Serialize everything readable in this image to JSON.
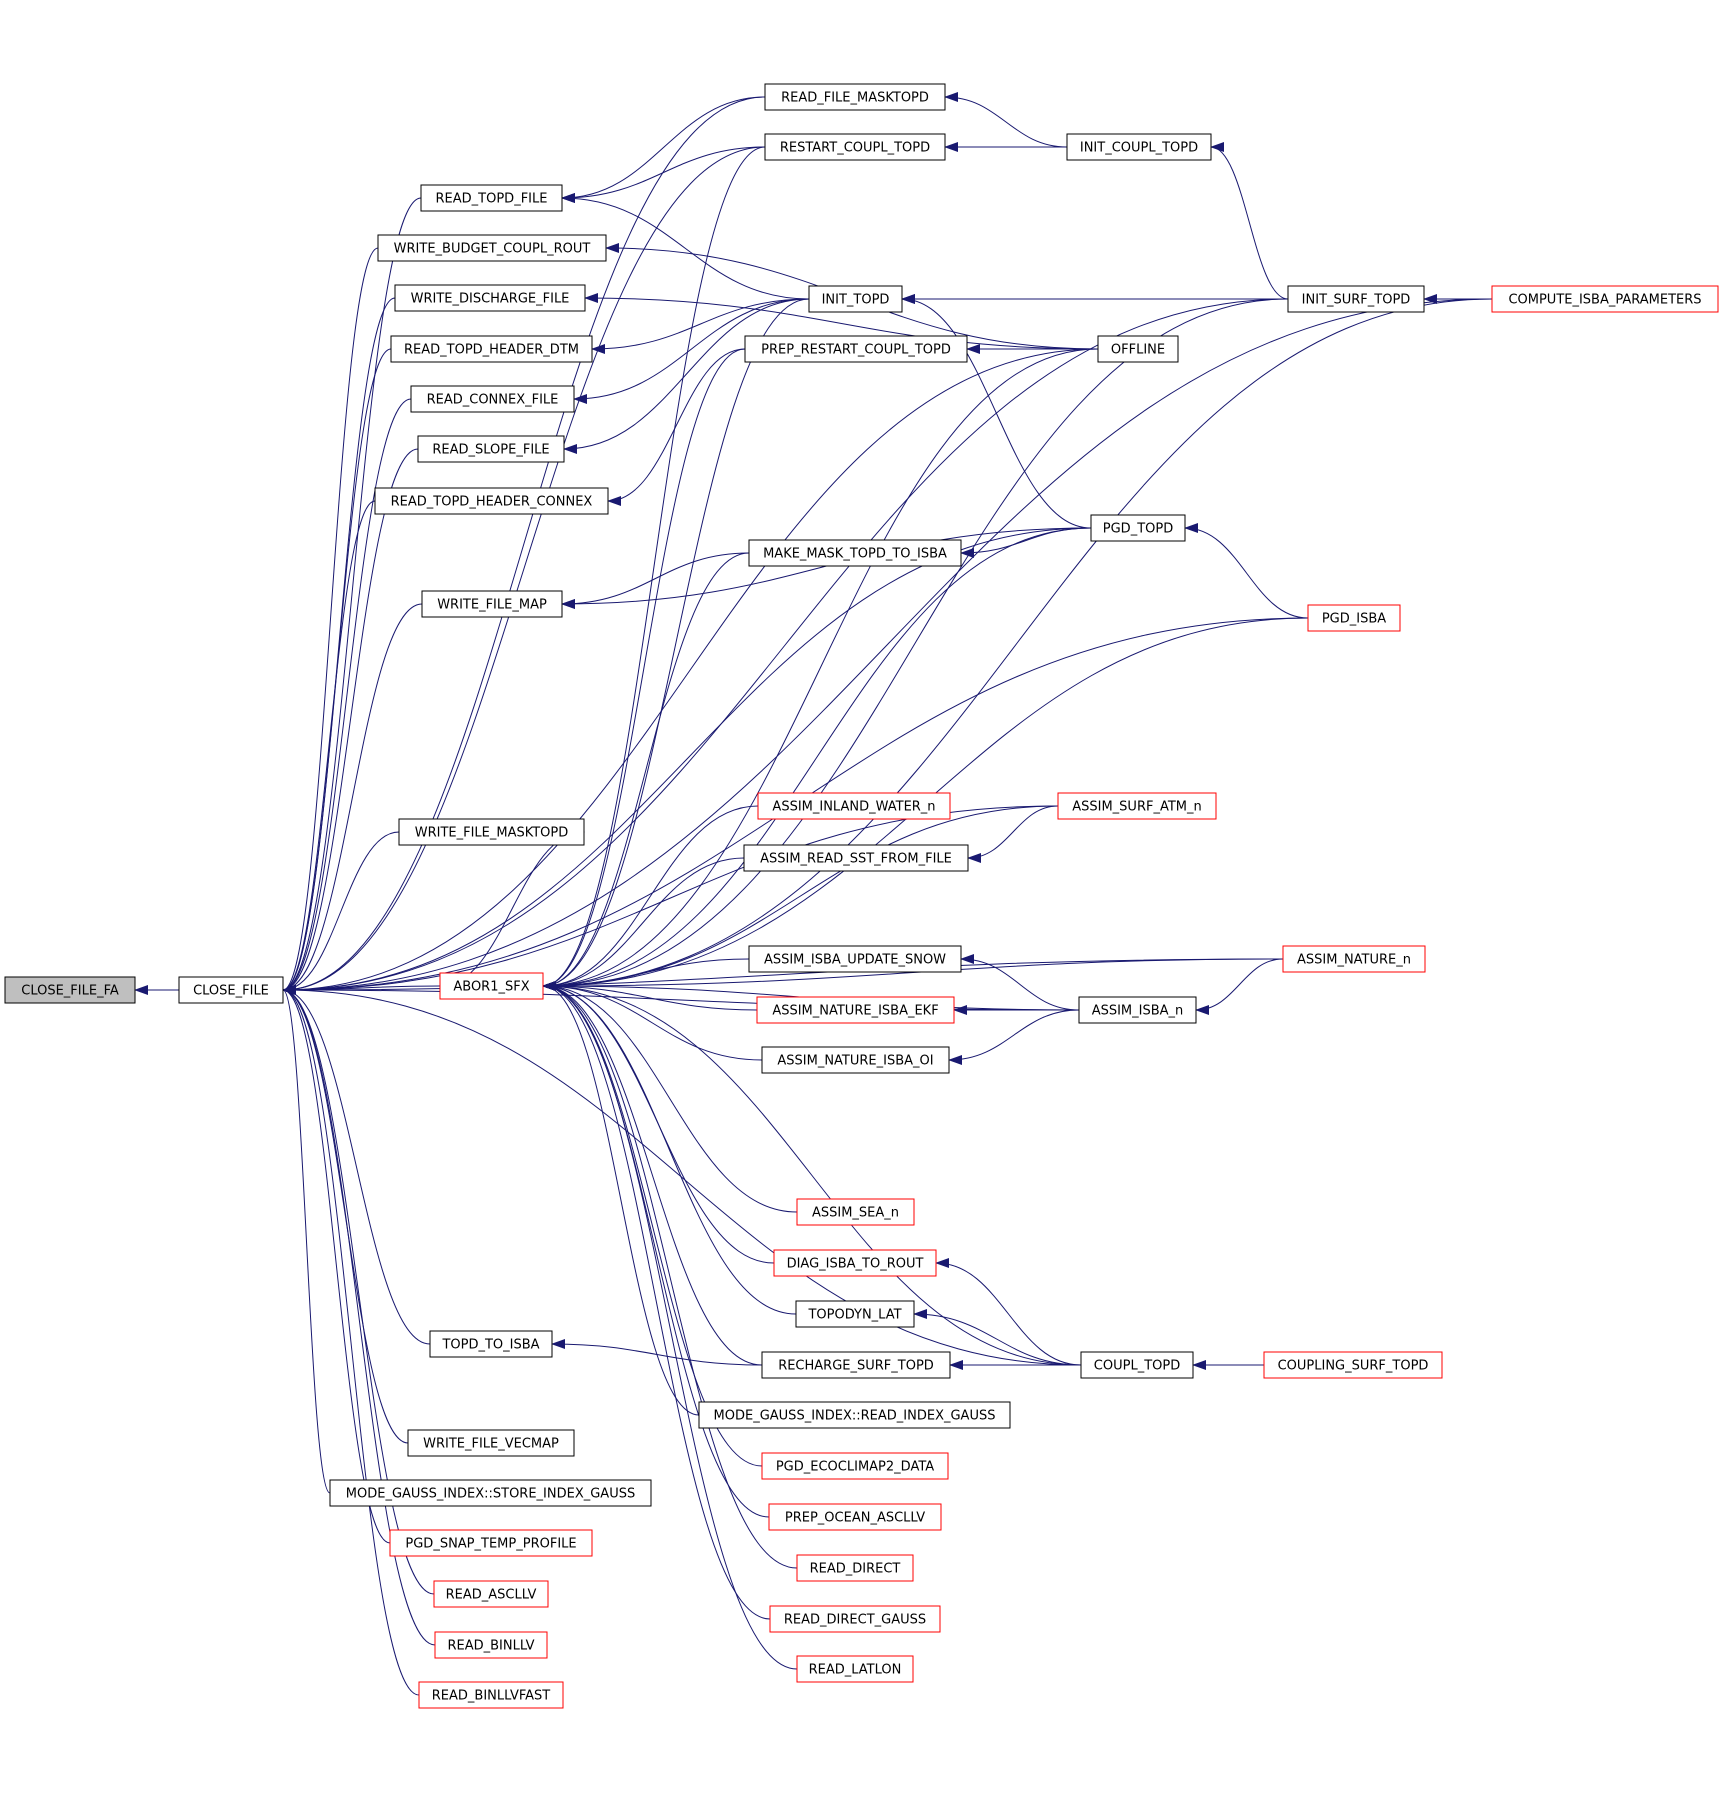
{
  "graph": {
    "nodes": [
      {
        "id": "close_file_fa",
        "label": "CLOSE_FILE_FA",
        "style": "current"
      },
      {
        "id": "close_file",
        "label": "CLOSE_FILE",
        "style": "normal"
      },
      {
        "id": "read_file_masktopd",
        "label": "READ_FILE_MASKTOPD",
        "style": "normal"
      },
      {
        "id": "restart_coupl_topd",
        "label": "RESTART_COUPL_TOPD",
        "style": "normal"
      },
      {
        "id": "init_coupl_topd",
        "label": "INIT_COUPL_TOPD",
        "style": "normal"
      },
      {
        "id": "read_topd_file",
        "label": "READ_TOPD_FILE",
        "style": "normal"
      },
      {
        "id": "write_budget_coupl_rout",
        "label": "WRITE_BUDGET_COUPL_ROUT",
        "style": "normal"
      },
      {
        "id": "write_discharge_file",
        "label": "WRITE_DISCHARGE_FILE",
        "style": "normal"
      },
      {
        "id": "init_topd",
        "label": "INIT_TOPD",
        "style": "normal"
      },
      {
        "id": "init_surf_topd",
        "label": "INIT_SURF_TOPD",
        "style": "normal"
      },
      {
        "id": "compute_isba_parameters",
        "label": "COMPUTE_ISBA_PARAMETERS",
        "style": "truncated"
      },
      {
        "id": "read_topd_header_dtm",
        "label": "READ_TOPD_HEADER_DTM",
        "style": "normal"
      },
      {
        "id": "prep_restart_coupl_topd",
        "label": "PREP_RESTART_COUPL_TOPD",
        "style": "normal"
      },
      {
        "id": "offline",
        "label": "OFFLINE",
        "style": "normal"
      },
      {
        "id": "read_connex_file",
        "label": "READ_CONNEX_FILE",
        "style": "normal"
      },
      {
        "id": "read_slope_file",
        "label": "READ_SLOPE_FILE",
        "style": "normal"
      },
      {
        "id": "read_topd_header_connex",
        "label": "READ_TOPD_HEADER_CONNEX",
        "style": "normal"
      },
      {
        "id": "pgd_topd",
        "label": "PGD_TOPD",
        "style": "normal"
      },
      {
        "id": "make_mask_topd_to_isba",
        "label": "MAKE_MASK_TOPD_TO_ISBA",
        "style": "normal"
      },
      {
        "id": "write_file_map",
        "label": "WRITE_FILE_MAP",
        "style": "normal"
      },
      {
        "id": "pgd_isba",
        "label": "PGD_ISBA",
        "style": "truncated"
      },
      {
        "id": "assim_inland_water_n",
        "label": "ASSIM_INLAND_WATER_n",
        "style": "truncated"
      },
      {
        "id": "assim_surf_atm_n",
        "label": "ASSIM_SURF_ATM_n",
        "style": "truncated"
      },
      {
        "id": "write_file_masktopd",
        "label": "WRITE_FILE_MASKTOPD",
        "style": "normal"
      },
      {
        "id": "assim_read_sst_from_file",
        "label": "ASSIM_READ_SST_FROM_FILE",
        "style": "normal"
      },
      {
        "id": "assim_isba_update_snow",
        "label": "ASSIM_ISBA_UPDATE_SNOW",
        "style": "normal"
      },
      {
        "id": "assim_nature_n",
        "label": "ASSIM_NATURE_n",
        "style": "truncated"
      },
      {
        "id": "abor1_sfx",
        "label": "ABOR1_SFX",
        "style": "truncated"
      },
      {
        "id": "assim_nature_isba_ekf",
        "label": "ASSIM_NATURE_ISBA_EKF",
        "style": "truncated"
      },
      {
        "id": "assim_isba_n",
        "label": "ASSIM_ISBA_n",
        "style": "normal"
      },
      {
        "id": "assim_nature_isba_oi",
        "label": "ASSIM_NATURE_ISBA_OI",
        "style": "normal"
      },
      {
        "id": "assim_sea_n",
        "label": "ASSIM_SEA_n",
        "style": "truncated"
      },
      {
        "id": "diag_isba_to_rout",
        "label": "DIAG_ISBA_TO_ROUT",
        "style": "truncated"
      },
      {
        "id": "topodyn_lat",
        "label": "TOPODYN_LAT",
        "style": "normal"
      },
      {
        "id": "topd_to_isba",
        "label": "TOPD_TO_ISBA",
        "style": "normal"
      },
      {
        "id": "recharge_surf_topd",
        "label": "RECHARGE_SURF_TOPD",
        "style": "normal"
      },
      {
        "id": "coupl_topd",
        "label": "COUPL_TOPD",
        "style": "normal"
      },
      {
        "id": "coupling_surf_topd",
        "label": "COUPLING_SURF_TOPD",
        "style": "truncated"
      },
      {
        "id": "mode_gauss_index_read",
        "label": "MODE_GAUSS_INDEX::READ_INDEX_GAUSS",
        "style": "normal"
      },
      {
        "id": "write_file_vecmap",
        "label": "WRITE_FILE_VECMAP",
        "style": "normal"
      },
      {
        "id": "pgd_ecoclimap2_data",
        "label": "PGD_ECOCLIMAP2_DATA",
        "style": "truncated"
      },
      {
        "id": "mode_gauss_index_store",
        "label": "MODE_GAUSS_INDEX::STORE_INDEX_GAUSS",
        "style": "normal"
      },
      {
        "id": "prep_ocean_ascllv",
        "label": "PREP_OCEAN_ASCLLV",
        "style": "truncated"
      },
      {
        "id": "pgd_snap_temp_profile",
        "label": "PGD_SNAP_TEMP_PROFILE",
        "style": "truncated"
      },
      {
        "id": "read_direct",
        "label": "READ_DIRECT",
        "style": "truncated"
      },
      {
        "id": "read_ascllv",
        "label": "READ_ASCLLV",
        "style": "truncated"
      },
      {
        "id": "read_direct_gauss",
        "label": "READ_DIRECT_GAUSS",
        "style": "truncated"
      },
      {
        "id": "read_binllv",
        "label": "READ_BINLLV",
        "style": "truncated"
      },
      {
        "id": "read_latlon",
        "label": "READ_LATLON",
        "style": "truncated"
      },
      {
        "id": "read_binllvfast",
        "label": "READ_BINLLVFAST",
        "style": "truncated"
      }
    ],
    "edges": [
      [
        "close_file",
        "close_file_fa"
      ],
      [
        "read_file_masktopd",
        "close_file"
      ],
      [
        "restart_coupl_topd",
        "close_file"
      ],
      [
        "read_topd_file",
        "close_file"
      ],
      [
        "write_budget_coupl_rout",
        "close_file"
      ],
      [
        "write_discharge_file",
        "close_file"
      ],
      [
        "read_topd_header_dtm",
        "close_file"
      ],
      [
        "read_connex_file",
        "close_file"
      ],
      [
        "read_slope_file",
        "close_file"
      ],
      [
        "read_topd_header_connex",
        "close_file"
      ],
      [
        "write_file_map",
        "close_file"
      ],
      [
        "write_file_masktopd",
        "close_file"
      ],
      [
        "abor1_sfx",
        "close_file"
      ],
      [
        "topd_to_isba",
        "close_file"
      ],
      [
        "write_file_vecmap",
        "close_file"
      ],
      [
        "mode_gauss_index_store",
        "close_file"
      ],
      [
        "pgd_snap_temp_profile",
        "close_file"
      ],
      [
        "read_ascllv",
        "close_file"
      ],
      [
        "read_binllv",
        "close_file"
      ],
      [
        "read_binllvfast",
        "close_file"
      ],
      [
        "compute_isba_parameters",
        "close_file"
      ],
      [
        "init_surf_topd",
        "close_file"
      ],
      [
        "offline",
        "close_file"
      ],
      [
        "pgd_topd",
        "close_file"
      ],
      [
        "pgd_isba",
        "close_file"
      ],
      [
        "assim_surf_atm_n",
        "close_file"
      ],
      [
        "assim_nature_n",
        "close_file"
      ],
      [
        "assim_isba_n",
        "close_file"
      ],
      [
        "coupl_topd",
        "close_file"
      ],
      [
        "init_coupl_topd",
        "read_file_masktopd"
      ],
      [
        "init_coupl_topd",
        "restart_coupl_topd"
      ],
      [
        "read_file_masktopd",
        "read_topd_file"
      ],
      [
        "restart_coupl_topd",
        "read_topd_file"
      ],
      [
        "init_topd",
        "read_topd_file"
      ],
      [
        "offline",
        "write_budget_coupl_rout"
      ],
      [
        "offline",
        "write_discharge_file"
      ],
      [
        "init_topd",
        "read_topd_header_dtm"
      ],
      [
        "init_topd",
        "read_connex_file"
      ],
      [
        "init_topd",
        "read_slope_file"
      ],
      [
        "prep_restart_coupl_topd",
        "read_topd_header_connex"
      ],
      [
        "make_mask_topd_to_isba",
        "write_file_map"
      ],
      [
        "pgd_topd",
        "write_file_map"
      ],
      [
        "init_surf_topd",
        "init_coupl_topd"
      ],
      [
        "compute_isba_parameters",
        "init_surf_topd"
      ],
      [
        "init_surf_topd",
        "init_topd"
      ],
      [
        "pgd_topd",
        "init_topd"
      ],
      [
        "offline",
        "prep_restart_coupl_topd"
      ],
      [
        "pgd_topd",
        "make_mask_topd_to_isba"
      ],
      [
        "pgd_isba",
        "pgd_topd"
      ],
      [
        "assim_surf_atm_n",
        "assim_read_sst_from_file"
      ],
      [
        "assim_isba_n",
        "assim_isba_update_snow"
      ],
      [
        "assim_isba_n",
        "assim_nature_isba_ekf"
      ],
      [
        "assim_isba_n",
        "assim_nature_isba_oi"
      ],
      [
        "assim_nature_n",
        "assim_isba_n"
      ],
      [
        "coupl_topd",
        "diag_isba_to_rout"
      ],
      [
        "coupl_topd",
        "topodyn_lat"
      ],
      [
        "coupl_topd",
        "recharge_surf_topd"
      ],
      [
        "coupling_surf_topd",
        "coupl_topd"
      ],
      [
        "recharge_surf_topd",
        "topd_to_isba"
      ],
      [
        "restart_coupl_topd",
        "abor1_sfx"
      ],
      [
        "init_topd",
        "abor1_sfx"
      ],
      [
        "prep_restart_coupl_topd",
        "abor1_sfx"
      ],
      [
        "make_mask_topd_to_isba",
        "abor1_sfx"
      ],
      [
        "pgd_topd",
        "abor1_sfx"
      ],
      [
        "offline",
        "abor1_sfx"
      ],
      [
        "init_surf_topd",
        "abor1_sfx"
      ],
      [
        "pgd_isba",
        "abor1_sfx"
      ],
      [
        "assim_surf_atm_n",
        "abor1_sfx"
      ],
      [
        "assim_inland_water_n",
        "abor1_sfx"
      ],
      [
        "assim_read_sst_from_file",
        "abor1_sfx"
      ],
      [
        "assim_isba_update_snow",
        "abor1_sfx"
      ],
      [
        "assim_nature_n",
        "abor1_sfx"
      ],
      [
        "assim_nature_isba_ekf",
        "abor1_sfx"
      ],
      [
        "assim_nature_isba_oi",
        "abor1_sfx"
      ],
      [
        "assim_isba_n",
        "abor1_sfx"
      ],
      [
        "compute_isba_parameters",
        "abor1_sfx"
      ],
      [
        "assim_sea_n",
        "abor1_sfx"
      ],
      [
        "diag_isba_to_rout",
        "abor1_sfx"
      ],
      [
        "topodyn_lat",
        "abor1_sfx"
      ],
      [
        "recharge_surf_topd",
        "abor1_sfx"
      ],
      [
        "mode_gauss_index_read",
        "abor1_sfx"
      ],
      [
        "pgd_ecoclimap2_data",
        "abor1_sfx"
      ],
      [
        "prep_ocean_ascllv",
        "abor1_sfx"
      ],
      [
        "read_direct",
        "abor1_sfx"
      ],
      [
        "read_direct_gauss",
        "abor1_sfx"
      ],
      [
        "read_latlon",
        "abor1_sfx"
      ],
      [
        "coupl_topd",
        "abor1_sfx"
      ],
      [
        "abor1_sfx",
        "write_file_masktopd"
      ]
    ]
  },
  "colors": {
    "edge": "#191970",
    "node_border": "#000000",
    "truncated_border": "#ff0000",
    "current_fill": "#bfbfbf",
    "node_fill": "#ffffff"
  }
}
